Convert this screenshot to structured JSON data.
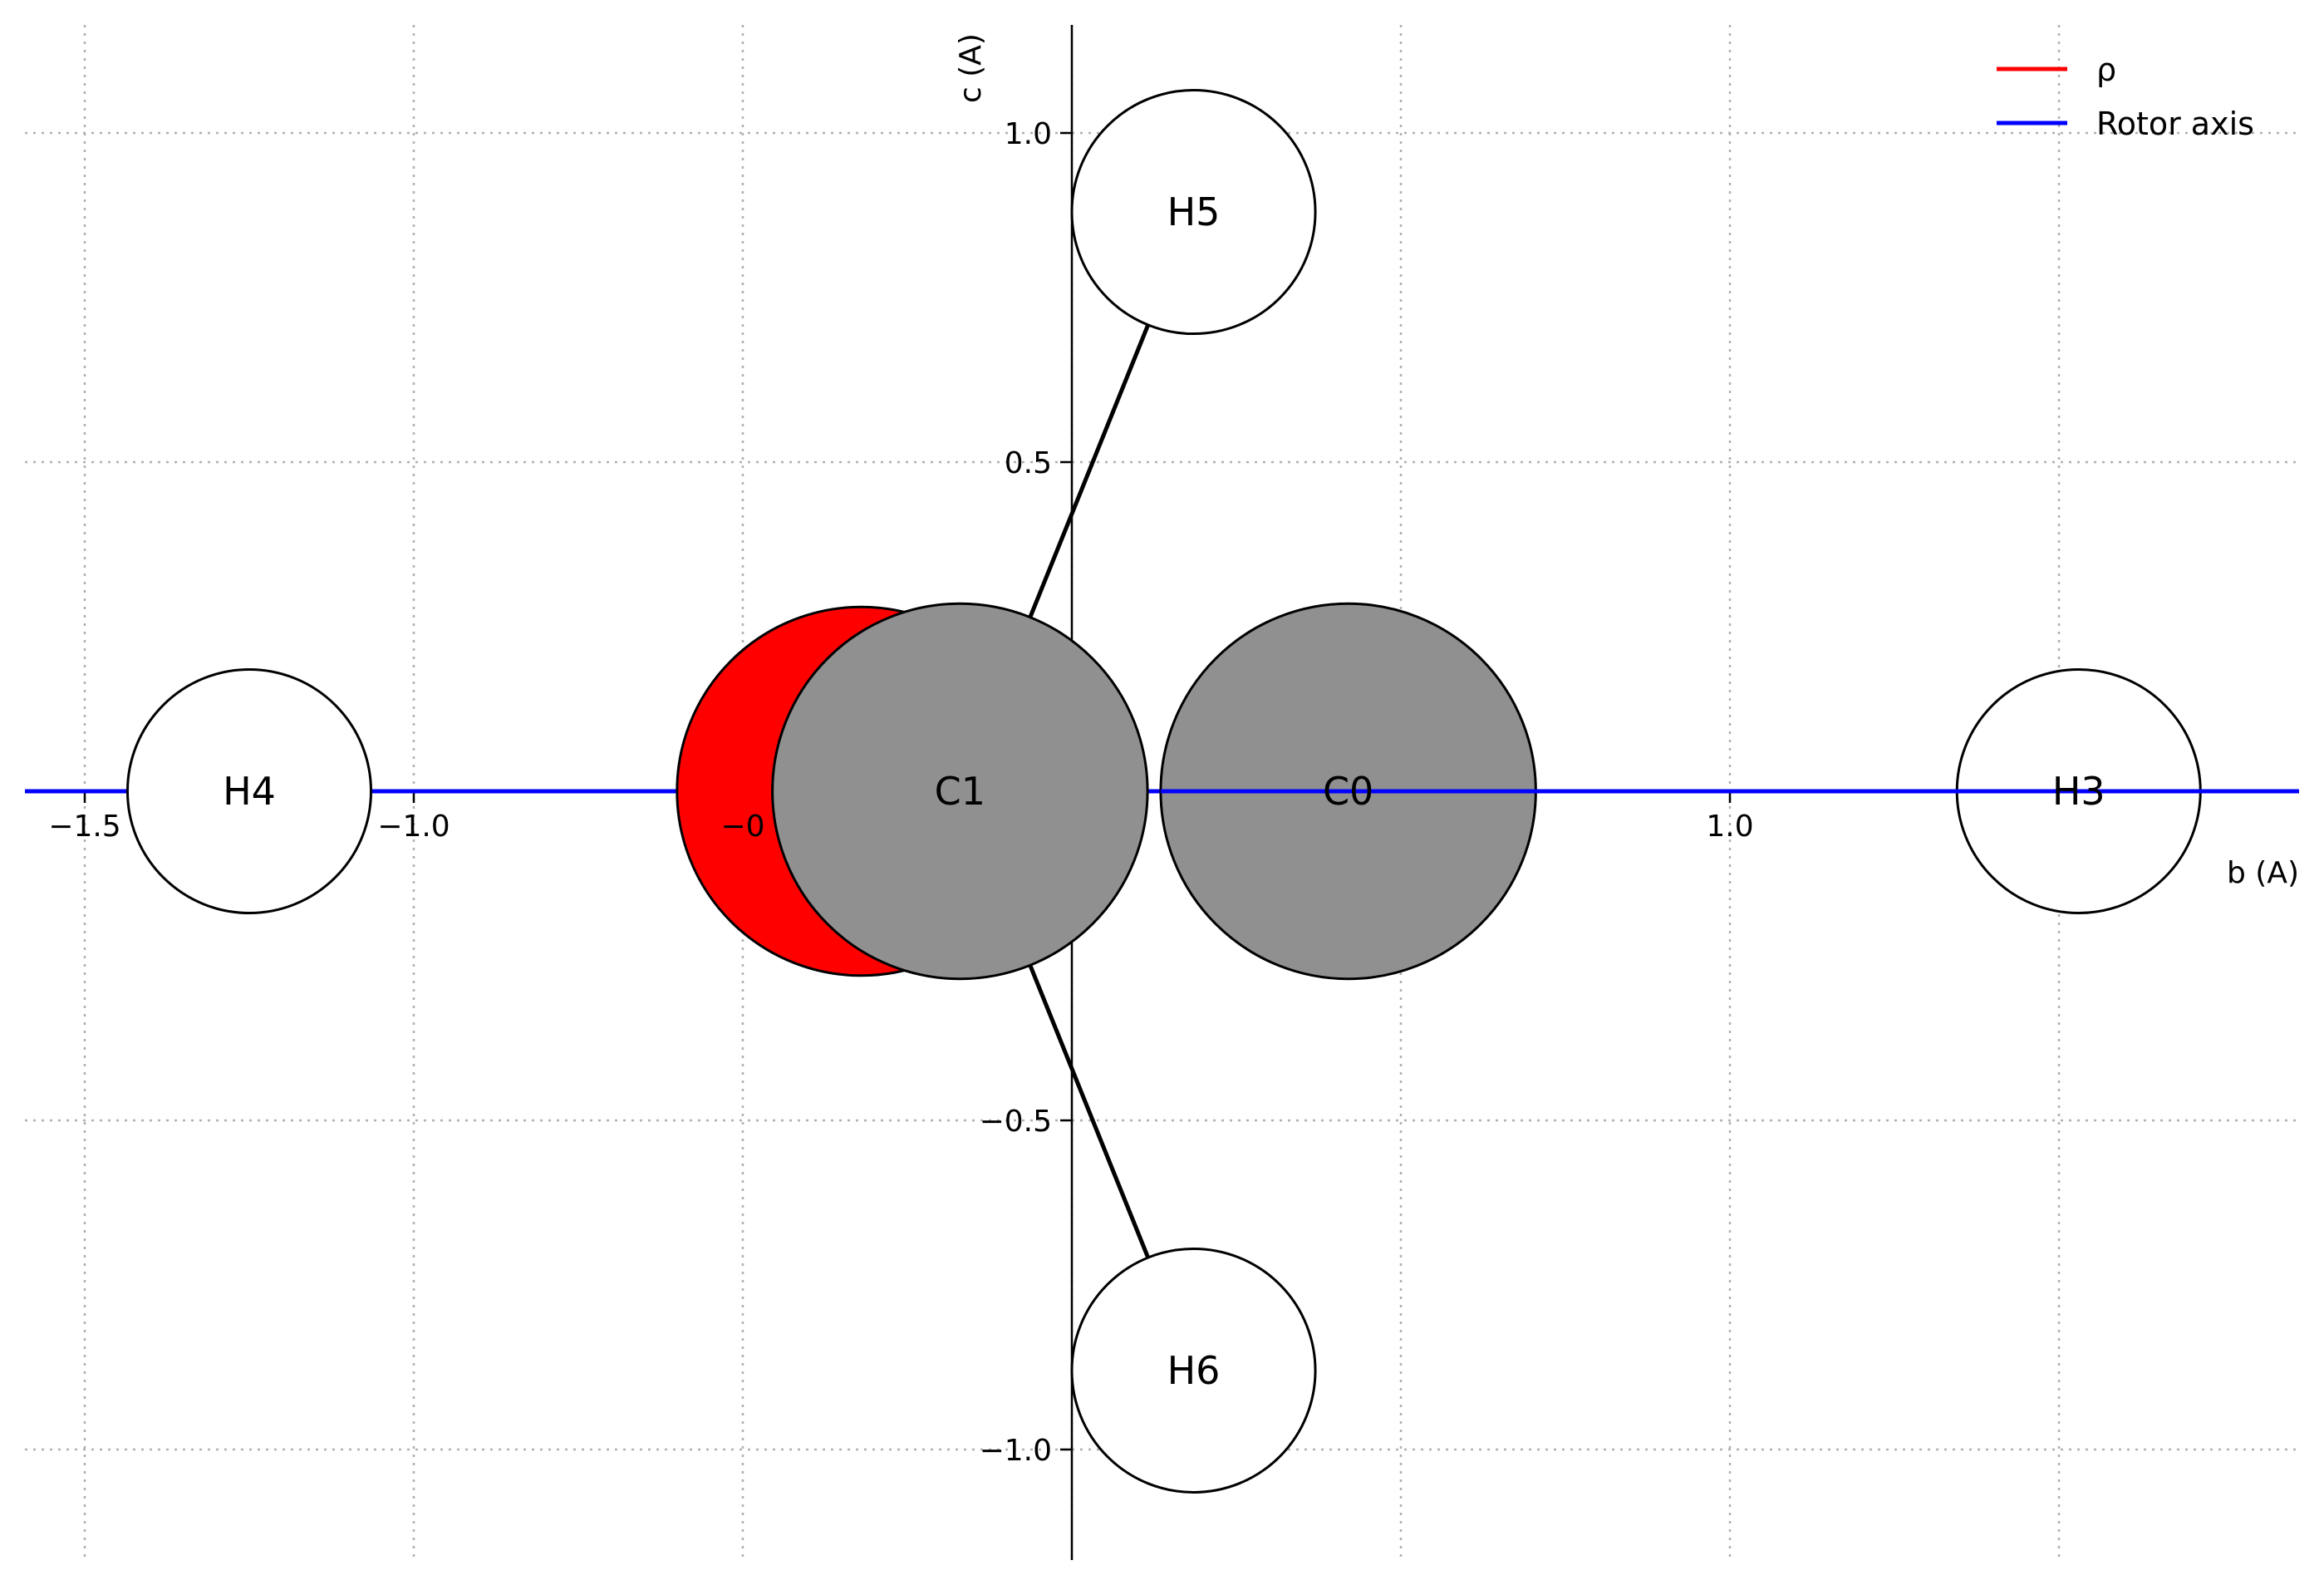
{
  "chart_data": {
    "type": "molecule-projection",
    "xlabel": "b (A)",
    "ylabel": "c (A)",
    "xlim": [
      -1.6,
      1.9
    ],
    "ylim": [
      -1.2,
      1.2
    ],
    "x_ticks": [
      -1.5,
      -1.0,
      -0.5,
      0.0,
      0.5,
      1.0,
      1.5
    ],
    "x_tick_labels": [
      "−1.5",
      "−1.0",
      "−0",
      "",
      "",
      "1.0",
      ""
    ],
    "y_ticks": [
      1.0,
      0.5,
      -0.5,
      -1.0
    ],
    "y_tick_labels": [
      "1.0",
      "0.5",
      "−0.5",
      "−1.0"
    ],
    "grid": true,
    "legend": {
      "placement": "top-right",
      "entries": [
        {
          "label": "ρ",
          "color": "#ff0000"
        },
        {
          "label": "Rotor axis",
          "color": "#0000ff"
        }
      ]
    },
    "rho_atom": {
      "b": -0.32,
      "c": 0.0,
      "radius": 0.28,
      "color": "#ff0000"
    },
    "atoms": [
      {
        "label": "H4",
        "b": -1.25,
        "c": 0.0,
        "radius": 0.185,
        "color": "#ffffff"
      },
      {
        "label": "C1",
        "b": -0.17,
        "c": 0.0,
        "radius": 0.285,
        "color": "#909090"
      },
      {
        "label": "C0",
        "b": 0.42,
        "c": 0.0,
        "radius": 0.285,
        "color": "#909090"
      },
      {
        "label": "H3",
        "b": 1.53,
        "c": 0.0,
        "radius": 0.185,
        "color": "#ffffff"
      },
      {
        "label": "H5",
        "b": 0.185,
        "c": 0.88,
        "radius": 0.185,
        "color": "#ffffff"
      },
      {
        "label": "H6",
        "b": 0.185,
        "c": -0.88,
        "radius": 0.185,
        "color": "#ffffff"
      }
    ],
    "bonds": [
      [
        "H4",
        "C1"
      ],
      [
        "C1",
        "H5"
      ],
      [
        "C1",
        "H6"
      ]
    ],
    "rotor_axis": {
      "c": 0.0,
      "color": "#0000ff"
    }
  }
}
